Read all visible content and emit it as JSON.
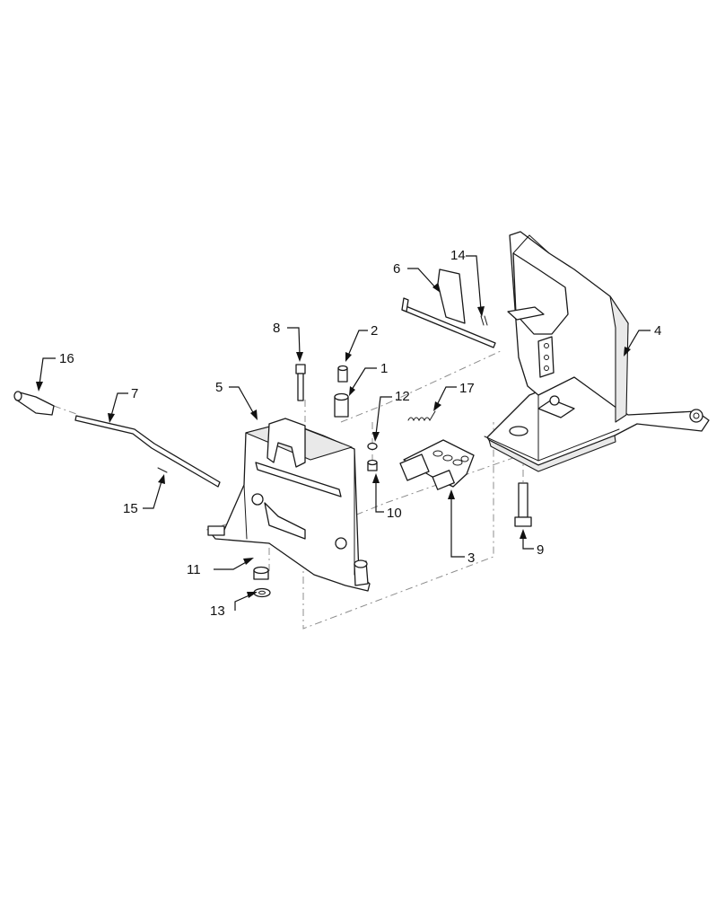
{
  "diagram": {
    "callouts": [
      {
        "id": "1",
        "label": "1"
      },
      {
        "id": "2",
        "label": "2"
      },
      {
        "id": "3",
        "label": "3"
      },
      {
        "id": "4",
        "label": "4"
      },
      {
        "id": "5",
        "label": "5"
      },
      {
        "id": "6",
        "label": "6"
      },
      {
        "id": "7",
        "label": "7"
      },
      {
        "id": "8",
        "label": "8"
      },
      {
        "id": "9",
        "label": "9"
      },
      {
        "id": "10",
        "label": "10"
      },
      {
        "id": "11",
        "label": "11"
      },
      {
        "id": "12",
        "label": "12"
      },
      {
        "id": "13",
        "label": "13"
      },
      {
        "id": "14",
        "label": "14"
      },
      {
        "id": "15",
        "label": "15"
      },
      {
        "id": "16",
        "label": "16"
      },
      {
        "id": "17",
        "label": "17"
      }
    ],
    "line_color": "#1a1a1a",
    "centerline_color": "#8c8c8c"
  }
}
